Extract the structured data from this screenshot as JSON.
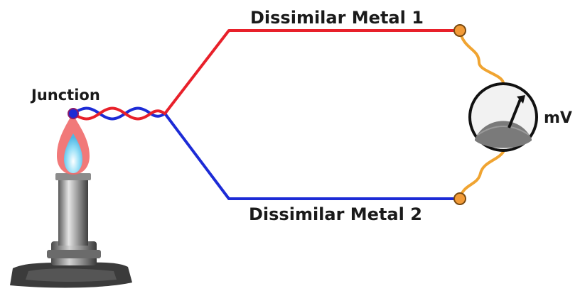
{
  "labels": {
    "junction": "Junction",
    "metal_1": "Dissimilar Metal 1",
    "metal_2": "Dissimilar Metal 2",
    "meter_unit": "mV"
  },
  "colors": {
    "metal_1_wire": "#e8202a",
    "metal_2_wire": "#1c2bd6",
    "lead_wire": "#f0a431",
    "terminal": "#f29b38",
    "flame_outer": "#f06a6a",
    "flame_inner": "#7fd3f5",
    "meter_face": "#f2f2f2",
    "meter_dial": "#7a7a7a"
  },
  "icons": {
    "burner": "bunsen-burner-icon",
    "meter": "millivoltmeter-icon"
  }
}
